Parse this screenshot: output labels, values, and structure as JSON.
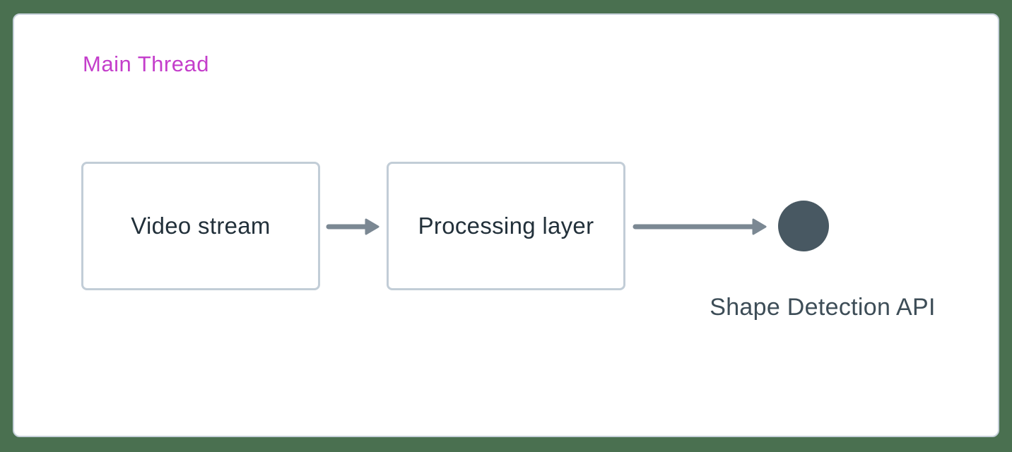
{
  "diagram": {
    "title": "Main Thread",
    "nodes": [
      {
        "id": "video-stream",
        "label": "Video stream",
        "type": "box"
      },
      {
        "id": "processing-layer",
        "label": "Processing layer",
        "type": "box"
      },
      {
        "id": "shape-detection-api",
        "label": "Shape Detection API",
        "type": "circle"
      }
    ],
    "edges": [
      {
        "from": "video-stream",
        "to": "processing-layer"
      },
      {
        "from": "processing-layer",
        "to": "shape-detection-api"
      }
    ]
  },
  "colors": {
    "bg_green": "#4a7050",
    "card_bg": "#ffffff",
    "card_border": "#c7d1da",
    "box_border": "#c2cdd7",
    "box_text": "#22303a",
    "title_magenta": "#c43ecb",
    "arrow_gray": "#7b8893",
    "circle_fill": "#485862",
    "api_label": "#3d4d57"
  }
}
